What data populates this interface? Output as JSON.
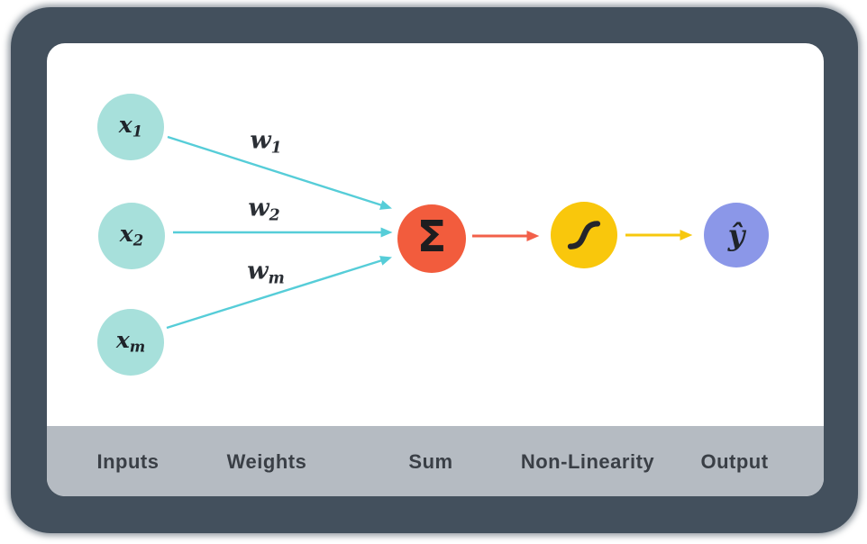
{
  "legend": {
    "items": [
      "Inputs",
      "Weights",
      "Sum",
      "Non-Linearity",
      "Output"
    ]
  },
  "diagram": {
    "inputs": [
      {
        "base": "x",
        "sub": "1"
      },
      {
        "base": "x",
        "sub": "2"
      },
      {
        "base": "x",
        "sub": "m"
      }
    ],
    "weights": [
      {
        "base": "w",
        "sub": "1"
      },
      {
        "base": "w",
        "sub": "2"
      },
      {
        "base": "w",
        "sub": "m"
      }
    ],
    "sum_symbol": "Σ",
    "nonlinearity_icon": "sigmoid-curve-icon",
    "output_symbol": "ŷ"
  },
  "colors": {
    "frame": "#43505d",
    "card": "#ffffff",
    "legend_bar": "#b5bbc2",
    "legend_text": "#3a3f46",
    "input_circle": "#a7e0db",
    "sum_circle": "#f25c3d",
    "nonlinearity_circle": "#f9c70c",
    "output_circle": "#8b97e8",
    "arrow_input": "#56cdd8",
    "arrow_sum": "#f2604a",
    "arrow_output": "#f7c80e",
    "symbol_text": "#1f242a"
  }
}
